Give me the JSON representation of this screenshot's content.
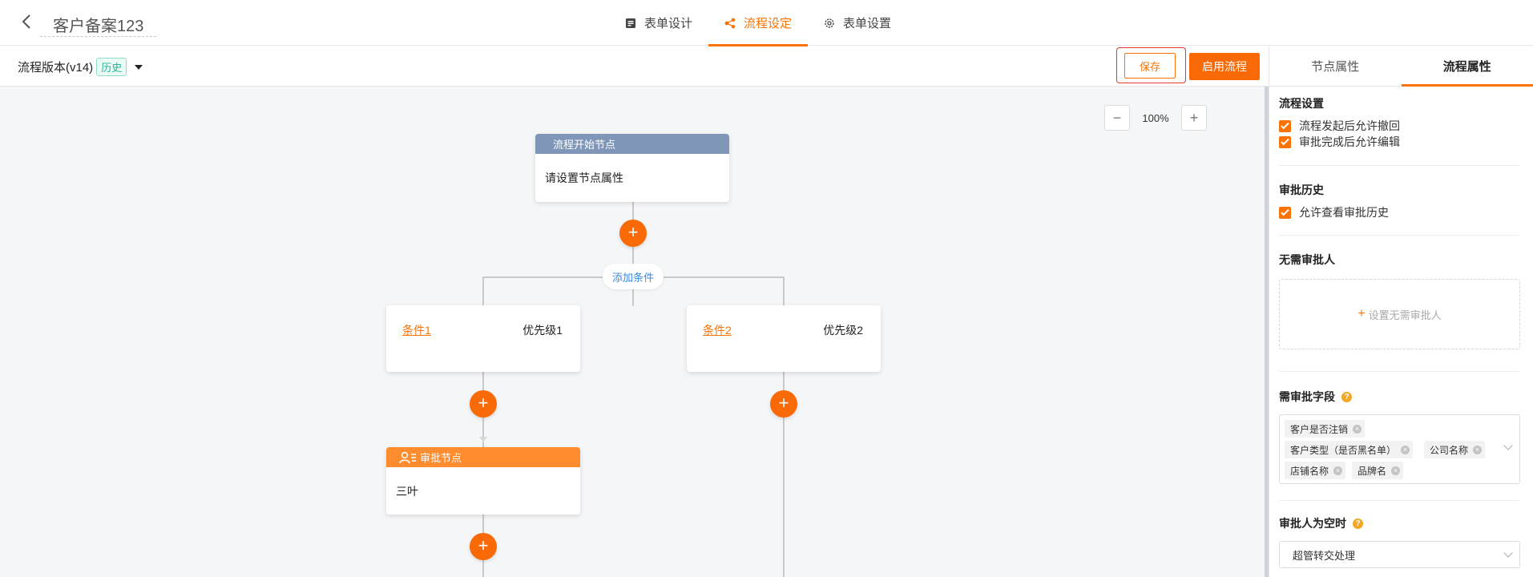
{
  "header": {
    "title": "客户备案123",
    "tabs": [
      {
        "label": "表单设计",
        "icon": "form-icon"
      },
      {
        "label": "流程设定",
        "icon": "flow-icon"
      },
      {
        "label": "表单设置",
        "icon": "gear-icon"
      }
    ],
    "active_tab": "流程设定"
  },
  "toolbar": {
    "version": "流程版本(v14)",
    "history_badge": "历史",
    "save_label": "保存",
    "enable_label": "启用流程"
  },
  "canvas": {
    "zoom": "100%",
    "start_node": {
      "title": "流程开始节点",
      "body": "请设置节点属性"
    },
    "add_condition": "添加条件",
    "conditions": [
      {
        "name": "条件1",
        "priority": "优先级1"
      },
      {
        "name": "条件2",
        "priority": "优先级2"
      }
    ],
    "approval_node": {
      "title": "审批节点",
      "body": "三叶"
    }
  },
  "panel": {
    "tabs": [
      "节点属性",
      "流程属性"
    ],
    "active_tab": "流程属性",
    "flow_settings": {
      "title": "流程设置",
      "options": [
        {
          "label": "流程发起后允许撤回",
          "checked": true
        },
        {
          "label": "审批完成后允许编辑",
          "checked": true
        }
      ]
    },
    "approval_history": {
      "title": "审批历史",
      "options": [
        {
          "label": "允许查看审批历史",
          "checked": true
        }
      ]
    },
    "no_approver": {
      "title": "无需审批人",
      "button": "设置无需审批人"
    },
    "required_fields": {
      "title": "需审批字段",
      "tags": [
        "客户是否注销",
        "客户类型（是否黑名单）",
        "公司名称",
        "店铺名称",
        "品牌名"
      ]
    },
    "empty_approver": {
      "title": "审批人为空时",
      "value": "超管转交处理"
    }
  },
  "colors": {
    "accent": "#f97306",
    "start_node_header": "#7f96b8",
    "approval_node_header": "#ff8c2e",
    "link": "#3b8be0"
  }
}
